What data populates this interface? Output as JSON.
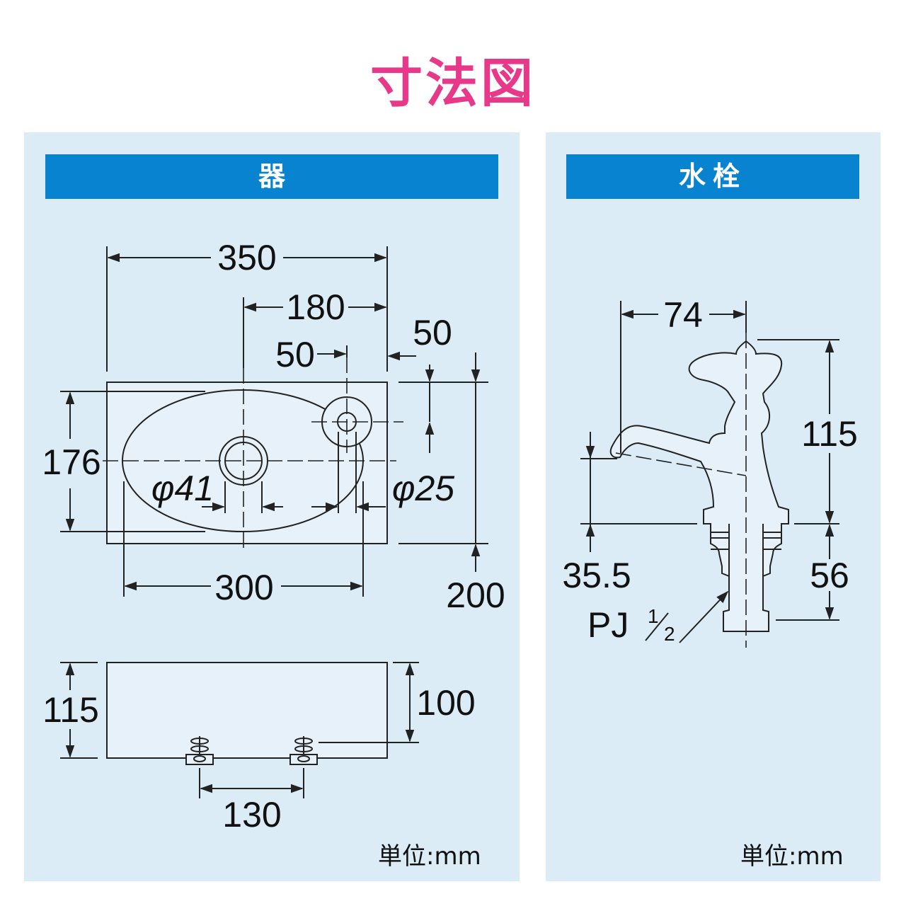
{
  "title": "寸法図",
  "colors": {
    "title": "#e8388a",
    "panel_bg": "#dcecf7",
    "header_bg": "#0783d0",
    "line": "#222222"
  },
  "panels": {
    "basin": {
      "header": "器",
      "unit": "単位:mm",
      "dims": {
        "width_total": "350",
        "faucet_hole_offset": "180",
        "faucet_hole_x": "50",
        "faucet_hole_y": "50",
        "depth": "176",
        "outer_depth": "200",
        "drain_dia": "φ41",
        "faucet_dia": "φ25",
        "bowl_width": "300",
        "height": "115",
        "bowl_height": "100",
        "bracket_pitch": "130"
      }
    },
    "faucet": {
      "header": "水栓",
      "unit": "単位:mm",
      "dims": {
        "spout_reach": "74",
        "height": "115",
        "spout_height": "35.5",
        "shank_length": "56",
        "thread_base": "PJ",
        "thread_num": "1",
        "thread_den": "2"
      }
    }
  }
}
